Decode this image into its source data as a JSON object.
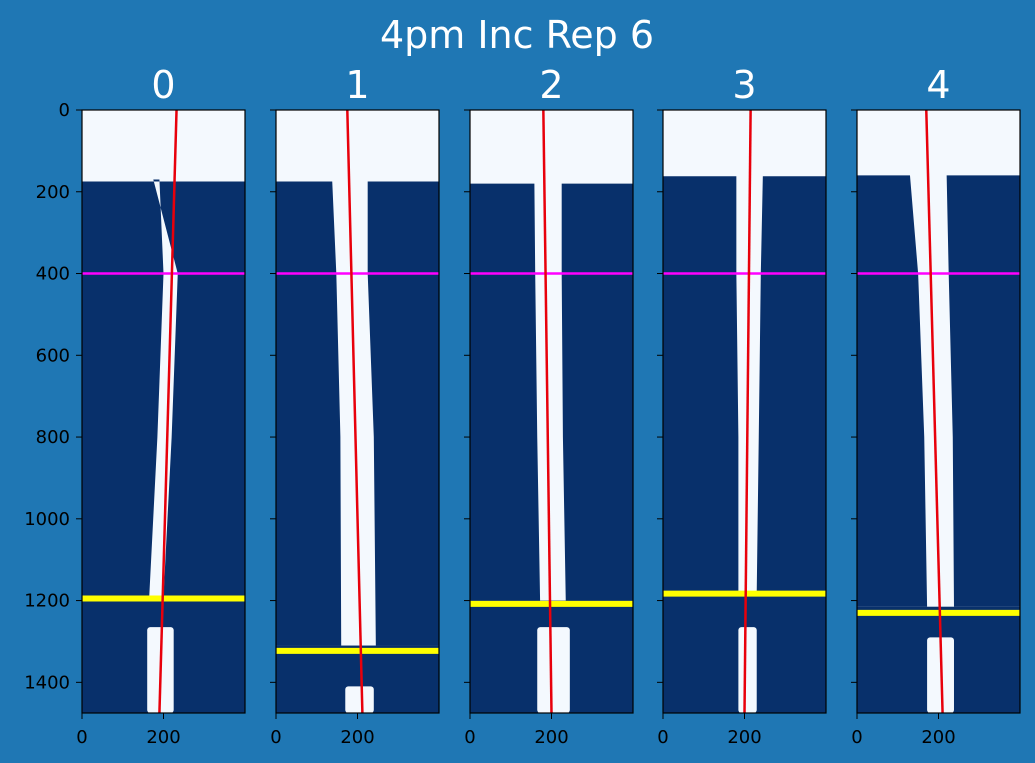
{
  "figure": {
    "title": "4pm Inc Rep 6",
    "background": "#1f77b4",
    "colors": {
      "channel": "#f4f9fe",
      "wall": "#08306b",
      "fit_line": "#e8000b",
      "reference_line": "#ff00ff",
      "cut_line": "#ffff00"
    }
  },
  "chart_data": {
    "type": "image_panels",
    "x_ticks": [
      0,
      200
    ],
    "y_ticks": [
      0,
      200,
      400,
      600,
      800,
      1000,
      1200,
      1400
    ],
    "xlim": [
      0,
      400
    ],
    "ylim": [
      1475,
      0
    ],
    "sharey": true,
    "reference_line_y": 400,
    "panels": [
      {
        "title": "0",
        "top_boundary": 175,
        "channel": [
          [
            170,
            190,
            175
          ],
          [
            400,
            200,
            235
          ],
          [
            800,
            185,
            220
          ],
          [
            1190,
            165,
            200
          ]
        ],
        "plug": [
          1265,
          160,
          225
        ],
        "fit_line": {
          "top_x": 232,
          "bottom_x": 190
        },
        "cut_line_y": 1195
      },
      {
        "title": "1",
        "top_boundary": 175,
        "channel": [
          [
            175,
            138,
            225
          ],
          [
            400,
            148,
            225
          ],
          [
            800,
            158,
            240
          ],
          [
            1310,
            160,
            245
          ]
        ],
        "plug": [
          1410,
          170,
          240
        ],
        "fit_line": {
          "top_x": 175,
          "bottom_x": 212
        },
        "cut_line_y": 1323
      },
      {
        "title": "2",
        "top_boundary": 180,
        "channel": [
          [
            180,
            158,
            225
          ],
          [
            400,
            160,
            225
          ],
          [
            800,
            165,
            228
          ],
          [
            1200,
            172,
            235
          ]
        ],
        "plug": [
          1265,
          165,
          245
        ],
        "fit_line": {
          "top_x": 180,
          "bottom_x": 200
        },
        "cut_line_y": 1208
      },
      {
        "title": "3",
        "top_boundary": 162,
        "channel": [
          [
            162,
            180,
            245
          ],
          [
            400,
            180,
            240
          ],
          [
            800,
            185,
            235
          ],
          [
            1180,
            185,
            230
          ]
        ],
        "plug": [
          1265,
          185,
          230
        ],
        "fit_line": {
          "top_x": 215,
          "bottom_x": 200
        },
        "cut_line_y": 1183
      },
      {
        "title": "4",
        "top_boundary": 160,
        "channel": [
          [
            160,
            130,
            220
          ],
          [
            400,
            150,
            225
          ],
          [
            800,
            165,
            235
          ],
          [
            1215,
            172,
            238
          ]
        ],
        "plug": [
          1290,
          172,
          238
        ],
        "fit_line": {
          "top_x": 170,
          "bottom_x": 210
        },
        "cut_line_y": 1230
      }
    ]
  }
}
